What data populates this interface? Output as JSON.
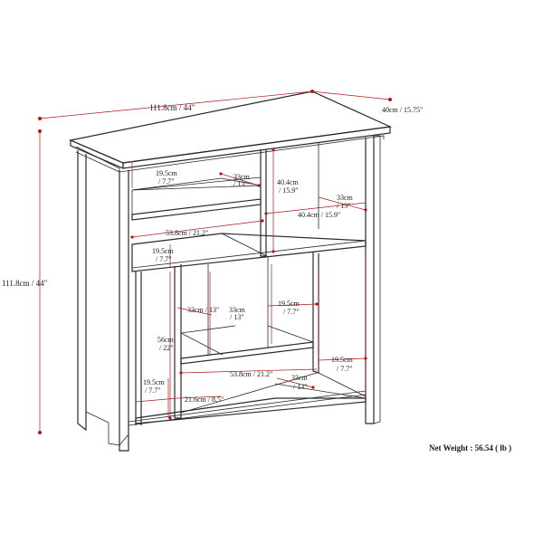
{
  "labels": {
    "top_width": "111.8cm / 44\"",
    "top_depth": "40cm / 15.75\"",
    "total_height": "111.8cm / 44\"",
    "upper_left_h_a": "19.5cm",
    "upper_left_h_b": "/ 7.7\"",
    "upper_mid_d_a": "33cm",
    "upper_mid_d_b": "/ 13\"",
    "upper_right_h_a": "40.4cm",
    "upper_right_h_b": "/ 15.9\"",
    "upper_right_d_a": "33cm",
    "upper_right_d_b": "/ 13\"",
    "upper_right_w": "40.4cm / 15.9\"",
    "upper_left_w": "53.8cm / 21.2\"",
    "mid_left_h_a": "19.5cm",
    "mid_left_h_b": "/ 7.7\"",
    "lower_mid_d1": "33cm / 13\"",
    "lower_mid_d2_a": "33cm",
    "lower_mid_d2_b": "/ 13\"",
    "lower_mid_h_a": "19.5cm",
    "lower_mid_h_b": "/ 7.7\"",
    "lower_left_h_a": "56cm",
    "lower_left_h_b": "/ 22\"",
    "lower_right_h_a": "19.5cm",
    "lower_right_h_b": "/ 7.7\"",
    "bottom_left_h_a": "19.5cm",
    "bottom_left_h_b": "/ 7.7\"",
    "bottom_w": "53.8cm / 21.2\"",
    "bottom_d_a": "33cm",
    "bottom_d_b": "/ 13\"",
    "bottom_inner_w": "21.6cm / 8.5\"",
    "net_weight": "Net Weight : 56.54 ( lb )"
  }
}
